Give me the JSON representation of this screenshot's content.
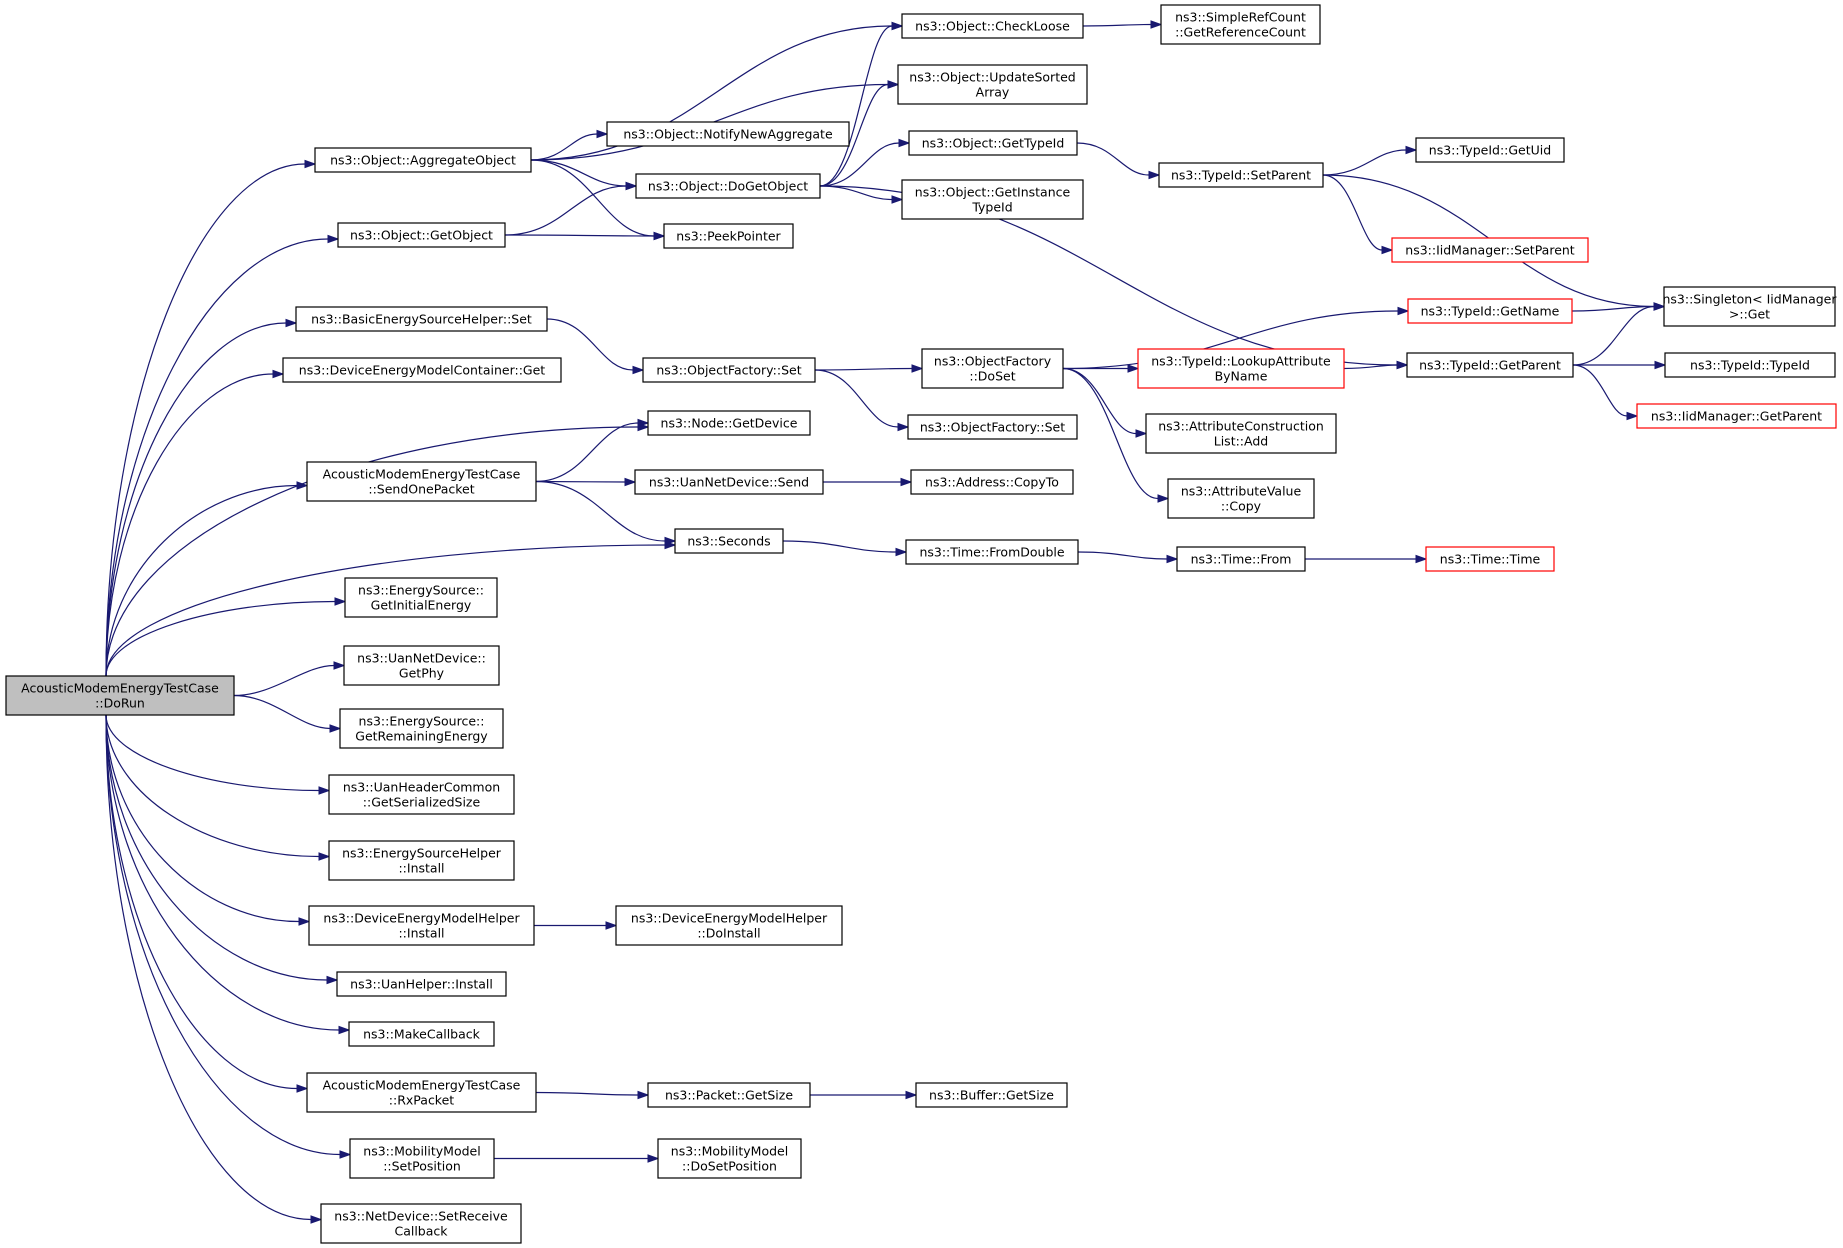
{
  "colors": {
    "edge": "#191970",
    "node_border": "#000000",
    "node_border_truncated": "#ff0000",
    "root_fill": "#bfbfbf",
    "node_fill": "#ffffff",
    "background": "#ffffff"
  },
  "nodes": [
    {
      "id": "doRun",
      "lines": [
        "AcousticModemEnergyTestCase",
        "::DoRun"
      ],
      "root": true
    },
    {
      "id": "aggregateObject",
      "lines": [
        "ns3::Object::AggregateObject"
      ]
    },
    {
      "id": "getObject",
      "lines": [
        "ns3::Object::GetObject"
      ]
    },
    {
      "id": "besHelperSet",
      "lines": [
        "ns3::BasicEnergySourceHelper::Set"
      ]
    },
    {
      "id": "demcGet",
      "lines": [
        "ns3::DeviceEnergyModelContainer::Get"
      ]
    },
    {
      "id": "sendOnePacket",
      "lines": [
        "AcousticModemEnergyTestCase",
        "::SendOnePacket"
      ]
    },
    {
      "id": "esGetInitial",
      "lines": [
        "ns3::EnergySource::",
        "GetInitialEnergy"
      ]
    },
    {
      "id": "uanGetPhy",
      "lines": [
        "ns3::UanNetDevice::",
        "GetPhy"
      ]
    },
    {
      "id": "esGetRemaining",
      "lines": [
        "ns3::EnergySource::",
        "GetRemainingEnergy"
      ]
    },
    {
      "id": "uanHdrSize",
      "lines": [
        "ns3::UanHeaderCommon",
        "::GetSerializedSize"
      ]
    },
    {
      "id": "eshInstall",
      "lines": [
        "ns3::EnergySourceHelper",
        "::Install"
      ]
    },
    {
      "id": "demhInstall",
      "lines": [
        "ns3::DeviceEnergyModelHelper",
        "::Install"
      ]
    },
    {
      "id": "uanHelperInstall",
      "lines": [
        "ns3::UanHelper::Install"
      ]
    },
    {
      "id": "makeCallback",
      "lines": [
        "ns3::MakeCallback"
      ]
    },
    {
      "id": "rxPacket",
      "lines": [
        "AcousticModemEnergyTestCase",
        "::RxPacket"
      ]
    },
    {
      "id": "mmSetPosition",
      "lines": [
        "ns3::MobilityModel",
        "::SetPosition"
      ]
    },
    {
      "id": "ndSetReceive",
      "lines": [
        "ns3::NetDevice::SetReceive",
        "Callback"
      ]
    },
    {
      "id": "checkLoose",
      "lines": [
        "ns3::Object::CheckLoose"
      ]
    },
    {
      "id": "updateSorted",
      "lines": [
        "ns3::Object::UpdateSorted",
        "Array"
      ]
    },
    {
      "id": "notifyNewAgg",
      "lines": [
        "ns3::Object::NotifyNewAggregate"
      ]
    },
    {
      "id": "doGetObject",
      "lines": [
        "ns3::Object::DoGetObject"
      ]
    },
    {
      "id": "peekPointer",
      "lines": [
        "ns3::PeekPointer"
      ]
    },
    {
      "id": "ofSet",
      "lines": [
        "ns3::ObjectFactory::Set"
      ]
    },
    {
      "id": "nodeGetDevice",
      "lines": [
        "ns3::Node::GetDevice"
      ]
    },
    {
      "id": "uanSend",
      "lines": [
        "ns3::UanNetDevice::Send"
      ]
    },
    {
      "id": "seconds",
      "lines": [
        "ns3::Seconds"
      ]
    },
    {
      "id": "demhDoInstall",
      "lines": [
        "ns3::DeviceEnergyModelHelper",
        "::DoInstall"
      ]
    },
    {
      "id": "packetGetSize",
      "lines": [
        "ns3::Packet::GetSize"
      ]
    },
    {
      "id": "mmDoSetPosition",
      "lines": [
        "ns3::MobilityModel",
        "::DoSetPosition"
      ]
    },
    {
      "id": "srcGetRefCount",
      "lines": [
        "ns3::SimpleRefCount",
        "::GetReferenceCount"
      ]
    },
    {
      "id": "objGetTypeId",
      "lines": [
        "ns3::Object::GetTypeId"
      ]
    },
    {
      "id": "objGetInstTypeId",
      "lines": [
        "ns3::Object::GetInstance",
        "TypeId"
      ]
    },
    {
      "id": "ofDoSet",
      "lines": [
        "ns3::ObjectFactory",
        "::DoSet"
      ]
    },
    {
      "id": "ofSet2",
      "lines": [
        "ns3::ObjectFactory::Set"
      ]
    },
    {
      "id": "addrCopyTo",
      "lines": [
        "ns3::Address::CopyTo"
      ]
    },
    {
      "id": "timeFromDouble",
      "lines": [
        "ns3::Time::FromDouble"
      ]
    },
    {
      "id": "bufferGetSize",
      "lines": [
        "ns3::Buffer::GetSize"
      ]
    },
    {
      "id": "tidSetParent",
      "lines": [
        "ns3::TypeId::SetParent"
      ]
    },
    {
      "id": "tidGetName",
      "lines": [
        "ns3::TypeId::GetName"
      ],
      "truncated": true
    },
    {
      "id": "tidLookupAttr",
      "lines": [
        "ns3::TypeId::LookupAttribute",
        "ByName"
      ],
      "truncated": true
    },
    {
      "id": "attrConstrAdd",
      "lines": [
        "ns3::AttributeConstruction",
        "List::Add"
      ]
    },
    {
      "id": "attrValueCopy",
      "lines": [
        "ns3::AttributeValue",
        "::Copy"
      ]
    },
    {
      "id": "timeFrom",
      "lines": [
        "ns3::Time::From"
      ]
    },
    {
      "id": "tidGetUid",
      "lines": [
        "ns3::TypeId::GetUid"
      ]
    },
    {
      "id": "iidSetParent",
      "lines": [
        "ns3::IidManager::SetParent"
      ],
      "truncated": true
    },
    {
      "id": "tidGetParent",
      "lines": [
        "ns3::TypeId::GetParent"
      ]
    },
    {
      "id": "timeTime",
      "lines": [
        "ns3::Time::Time"
      ],
      "truncated": true
    },
    {
      "id": "singletonGet",
      "lines": [
        "ns3::Singleton< IidManager",
        " >::Get"
      ]
    },
    {
      "id": "tidTypeId",
      "lines": [
        "ns3::TypeId::TypeId"
      ]
    },
    {
      "id": "iidGetParent",
      "lines": [
        "ns3::IidManager::GetParent"
      ],
      "truncated": true
    }
  ],
  "edges": [
    [
      "doRun",
      "aggregateObject"
    ],
    [
      "doRun",
      "getObject"
    ],
    [
      "doRun",
      "besHelperSet"
    ],
    [
      "doRun",
      "demcGet"
    ],
    [
      "doRun",
      "nodeGetDevice"
    ],
    [
      "doRun",
      "sendOnePacket"
    ],
    [
      "doRun",
      "seconds"
    ],
    [
      "doRun",
      "esGetInitial"
    ],
    [
      "doRun",
      "uanGetPhy"
    ],
    [
      "doRun",
      "esGetRemaining"
    ],
    [
      "doRun",
      "uanHdrSize"
    ],
    [
      "doRun",
      "eshInstall"
    ],
    [
      "doRun",
      "demhInstall"
    ],
    [
      "doRun",
      "uanHelperInstall"
    ],
    [
      "doRun",
      "makeCallback"
    ],
    [
      "doRun",
      "rxPacket"
    ],
    [
      "doRun",
      "mmSetPosition"
    ],
    [
      "doRun",
      "ndSetReceive"
    ],
    [
      "aggregateObject",
      "checkLoose"
    ],
    [
      "aggregateObject",
      "updateSorted"
    ],
    [
      "aggregateObject",
      "notifyNewAgg"
    ],
    [
      "aggregateObject",
      "doGetObject"
    ],
    [
      "aggregateObject",
      "peekPointer"
    ],
    [
      "getObject",
      "doGetObject"
    ],
    [
      "getObject",
      "peekPointer"
    ],
    [
      "besHelperSet",
      "ofSet"
    ],
    [
      "sendOnePacket",
      "nodeGetDevice"
    ],
    [
      "sendOnePacket",
      "uanSend"
    ],
    [
      "sendOnePacket",
      "seconds"
    ],
    [
      "demhInstall",
      "demhDoInstall"
    ],
    [
      "rxPacket",
      "packetGetSize"
    ],
    [
      "mmSetPosition",
      "mmDoSetPosition"
    ],
    [
      "checkLoose",
      "srcGetRefCount"
    ],
    [
      "doGetObject",
      "checkLoose"
    ],
    [
      "doGetObject",
      "updateSorted"
    ],
    [
      "doGetObject",
      "objGetTypeId"
    ],
    [
      "doGetObject",
      "objGetInstTypeId"
    ],
    [
      "doGetObject",
      "tidGetParent"
    ],
    [
      "ofSet",
      "ofDoSet"
    ],
    [
      "ofSet",
      "ofSet2"
    ],
    [
      "uanSend",
      "addrCopyTo"
    ],
    [
      "seconds",
      "timeFromDouble"
    ],
    [
      "packetGetSize",
      "bufferGetSize"
    ],
    [
      "objGetTypeId",
      "tidSetParent"
    ],
    [
      "ofDoSet",
      "tidGetName"
    ],
    [
      "ofDoSet",
      "tidLookupAttr"
    ],
    [
      "ofDoSet",
      "attrConstrAdd"
    ],
    [
      "ofDoSet",
      "attrValueCopy"
    ],
    [
      "timeFromDouble",
      "timeFrom"
    ],
    [
      "tidSetParent",
      "tidGetUid"
    ],
    [
      "tidSetParent",
      "iidSetParent"
    ],
    [
      "tidSetParent",
      "singletonGet"
    ],
    [
      "tidGetName",
      "singletonGet"
    ],
    [
      "tidLookupAttr",
      "tidGetParent"
    ],
    [
      "timeFrom",
      "timeTime"
    ],
    [
      "tidGetParent",
      "singletonGet"
    ],
    [
      "tidGetParent",
      "tidTypeId"
    ],
    [
      "tidGetParent",
      "iidGetParent"
    ]
  ]
}
